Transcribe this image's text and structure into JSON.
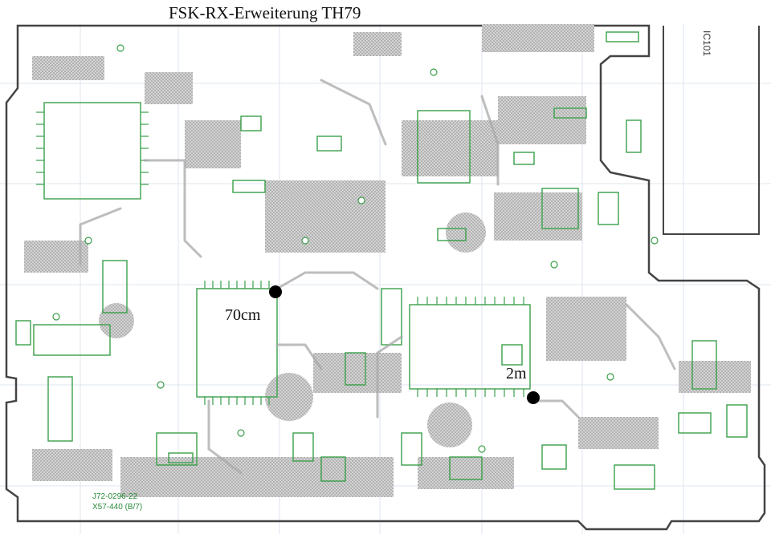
{
  "title": "FSK-RX-Erweiterung TH79",
  "labels": {
    "seventy_cm": "70cm",
    "two_m": "2m",
    "ic101": "IC101"
  },
  "footer": {
    "part_line1": "J72-0296-22",
    "part_line2": "X57-440 (B/7)"
  },
  "colors": {
    "trace": "#3aa04a",
    "hatch": "#b8b8b8",
    "outline": "#444444",
    "marker": "#000000"
  }
}
